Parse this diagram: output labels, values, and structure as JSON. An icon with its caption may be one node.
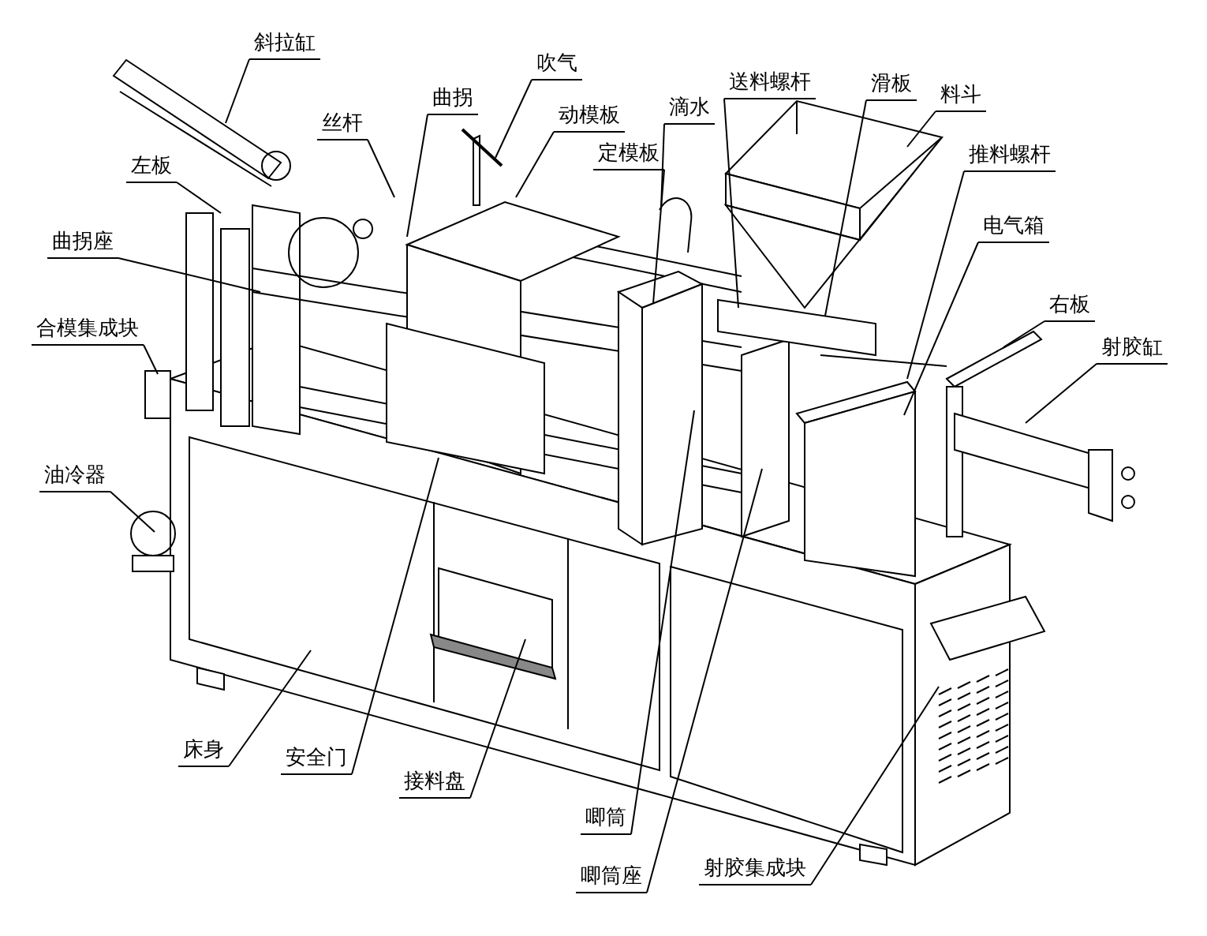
{
  "diagram": {
    "nodes": [
      {
        "text": [
          "斜拉缸"
        ]
      },
      {
        "text": [
          "吹气"
        ]
      },
      {
        "text": [
          "曲拐"
        ]
      },
      {
        "text": [
          "丝杆"
        ]
      },
      {
        "text": [
          "动模板"
        ]
      },
      {
        "text": [
          "滴水"
        ]
      },
      {
        "text": [
          "定模板"
        ]
      },
      {
        "text": [
          "送料螺杆"
        ]
      },
      {
        "text": [
          "滑板"
        ]
      },
      {
        "text": [
          "料斗"
        ]
      },
      {
        "text": [
          "推料螺杆"
        ]
      },
      {
        "text": [
          "电气箱"
        ]
      },
      {
        "text": [
          "左板"
        ]
      },
      {
        "text": [
          "曲拐座"
        ]
      },
      {
        "text": [
          "合模集成块"
        ]
      },
      {
        "text": [
          "右板"
        ]
      },
      {
        "text": [
          "射胶缸"
        ]
      },
      {
        "text": [
          "油冷器"
        ]
      },
      {
        "text": [
          "床身"
        ]
      },
      {
        "text": [
          "安全门"
        ]
      },
      {
        "text": [
          "接料盘"
        ]
      },
      {
        "text": [
          "唧筒"
        ]
      },
      {
        "text": [
          "唧筒座"
        ]
      },
      {
        "text": [
          "射胶集成块"
        ]
      }
    ],
    "edges": [
      {
        "from": 0,
        "to": null,
        "arrow": "none"
      },
      {
        "from": 1,
        "to": null,
        "arrow": "none"
      },
      {
        "from": 2,
        "to": null,
        "arrow": "none"
      },
      {
        "from": 3,
        "to": null,
        "arrow": "none"
      },
      {
        "from": 4,
        "to": null,
        "arrow": "none"
      },
      {
        "from": 5,
        "to": null,
        "arrow": "none"
      },
      {
        "from": 6,
        "to": null,
        "arrow": "none"
      },
      {
        "from": 7,
        "to": null,
        "arrow": "none"
      },
      {
        "from": 8,
        "to": null,
        "arrow": "none"
      },
      {
        "from": 9,
        "to": null,
        "arrow": "none"
      },
      {
        "from": 10,
        "to": null,
        "arrow": "none"
      },
      {
        "from": 11,
        "to": null,
        "arrow": "none"
      },
      {
        "from": 12,
        "to": null,
        "arrow": "none"
      },
      {
        "from": 13,
        "to": null,
        "arrow": "none"
      },
      {
        "from": 14,
        "to": null,
        "arrow": "none"
      },
      {
        "from": 15,
        "to": null,
        "arrow": "none"
      },
      {
        "from": 16,
        "to": null,
        "arrow": "none"
      },
      {
        "from": 17,
        "to": null,
        "arrow": "none"
      },
      {
        "from": 18,
        "to": null,
        "arrow": "none"
      },
      {
        "from": 19,
        "to": null,
        "arrow": "none"
      },
      {
        "from": 20,
        "to": null,
        "arrow": "none"
      },
      {
        "from": 21,
        "to": null,
        "arrow": "none"
      },
      {
        "from": 22,
        "to": null,
        "arrow": "none"
      },
      {
        "from": 23,
        "to": null,
        "arrow": "none"
      }
    ]
  }
}
